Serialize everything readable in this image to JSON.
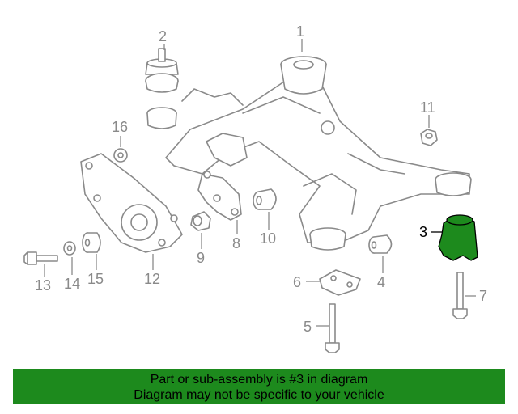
{
  "callouts": {
    "c1": "1",
    "c2": "2",
    "c3": "3",
    "c4": "4",
    "c5": "5",
    "c6": "6",
    "c7": "7",
    "c8": "8",
    "c9": "9",
    "c10": "10",
    "c11": "11",
    "c12": "12",
    "c13": "13",
    "c14": "14",
    "c15": "15",
    "c16": "16"
  },
  "highlighted_part": "3",
  "colors": {
    "line": "#8a8a8a",
    "highlight_fill": "#1d8a1d",
    "banner_bg": "#1d8a1d",
    "banner_text": "#000000"
  },
  "banner": {
    "line1": "Part or sub-assembly is #3 in diagram",
    "line2": "Diagram may not be specific to your vehicle"
  }
}
